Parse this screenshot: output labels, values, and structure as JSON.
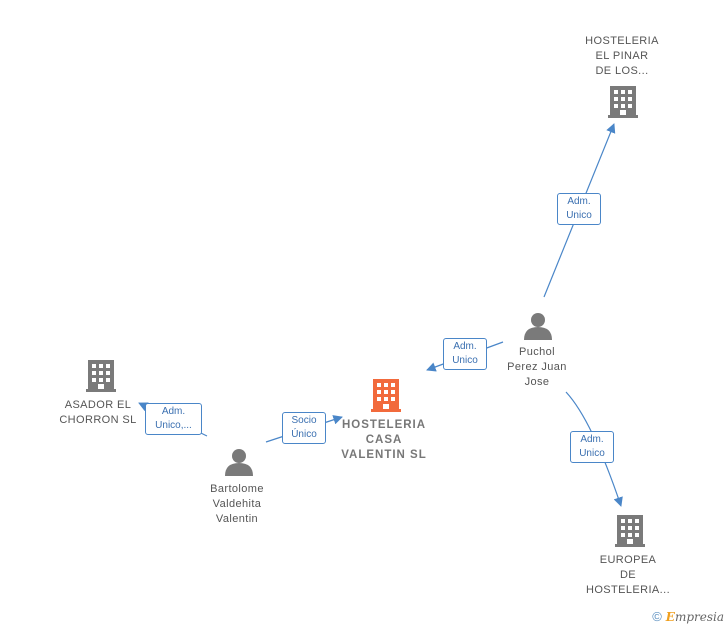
{
  "nodes": {
    "hosteleria_pinar": {
      "lines": [
        "HOSTELERIA",
        "EL PINAR",
        "DE LOS..."
      ],
      "type": "company"
    },
    "puchol": {
      "lines": [
        "Puchol",
        "Perez Juan",
        "Jose"
      ],
      "type": "person"
    },
    "asador": {
      "lines": [
        "ASADOR EL",
        "CHORRON SL"
      ],
      "type": "company"
    },
    "casa_valentin": {
      "lines": [
        "HOSTELERIA",
        "CASA",
        "VALENTIN SL"
      ],
      "type": "company-main"
    },
    "bartolome": {
      "lines": [
        "Bartolome",
        "Valdehita",
        "Valentin"
      ],
      "type": "person"
    },
    "europea": {
      "lines": [
        "EUROPEA",
        "DE",
        "HOSTELERIA..."
      ],
      "type": "company"
    }
  },
  "edges": {
    "puchol_pinar": {
      "lines": [
        "Adm.",
        "Unico"
      ]
    },
    "puchol_valentin": {
      "lines": [
        "Adm.",
        "Unico"
      ]
    },
    "puchol_europea": {
      "lines": [
        "Adm.",
        "Unico"
      ]
    },
    "bartolome_asador": {
      "lines": [
        "Adm.",
        "Unico,..."
      ]
    },
    "bartolome_valentin": {
      "lines": [
        "Socio",
        "Único"
      ]
    }
  },
  "watermark": {
    "symbol": "©",
    "brand_first": "E",
    "brand_rest": "mpresia"
  },
  "colors": {
    "company_icon": "#7a7a7a",
    "main_company_icon": "#f26a3c",
    "person_icon": "#7a7a7a",
    "edge": "#4a86c8"
  }
}
